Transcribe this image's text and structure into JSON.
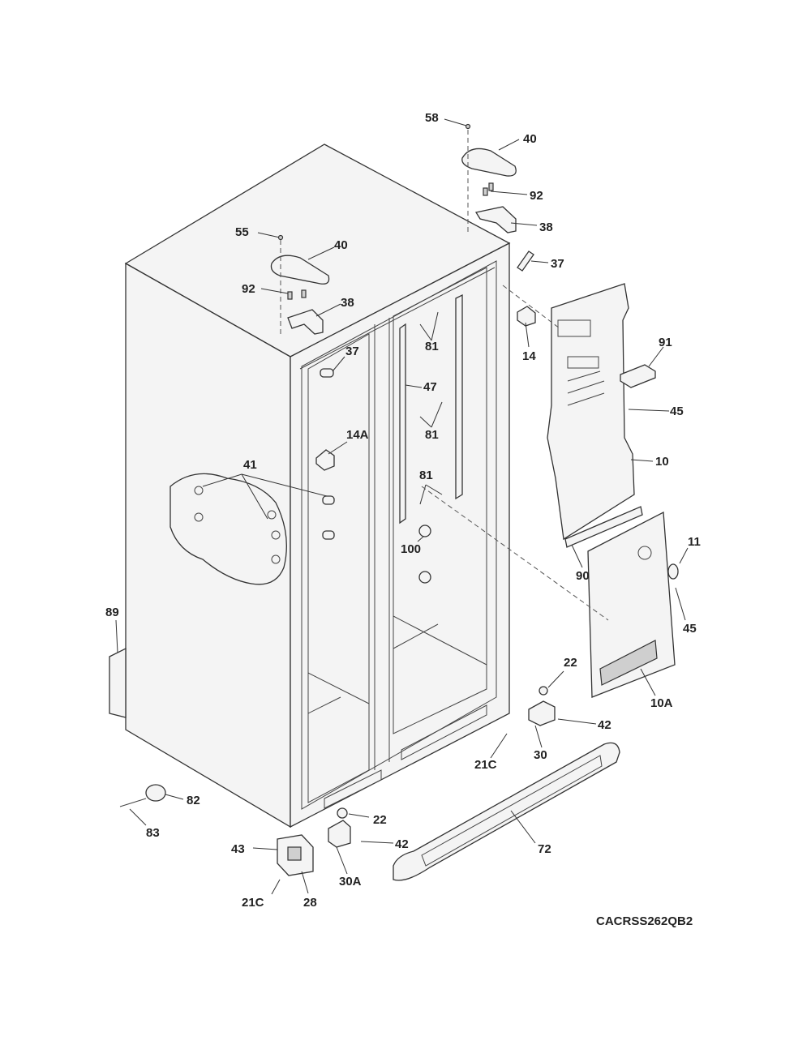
{
  "diagram": {
    "model_code": "CACRSS262QB2",
    "callouts": [
      "58",
      "40",
      "92",
      "38",
      "37",
      "55",
      "40",
      "92",
      "38",
      "37",
      "14",
      "91",
      "45",
      "81",
      "47",
      "81",
      "14A",
      "81",
      "10",
      "41",
      "11",
      "100",
      "90",
      "45",
      "89",
      "10A",
      "22",
      "42",
      "30",
      "21C",
      "72",
      "82",
      "83",
      "22",
      "42",
      "43",
      "30A",
      "21C",
      "28"
    ]
  }
}
